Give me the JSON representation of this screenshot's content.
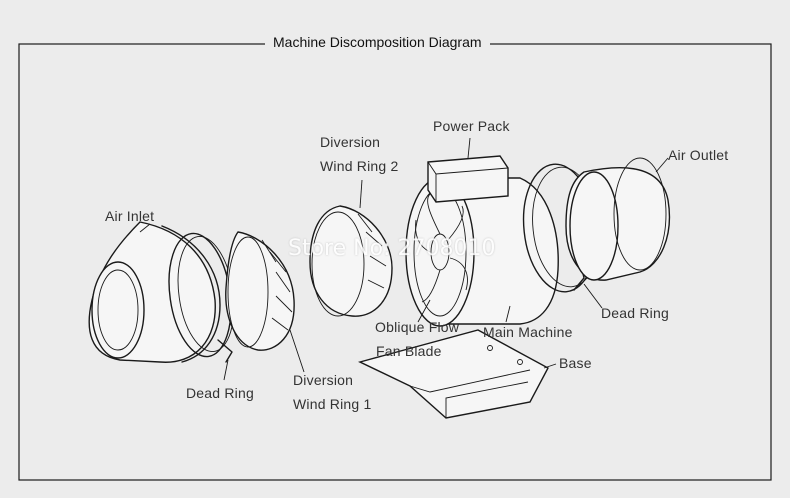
{
  "title": "Machine Discomposition Diagram",
  "labels": {
    "air_inlet": "Air Inlet",
    "dead_ring_left": "Dead Ring",
    "diversion_ring_1_line1": "Diversion",
    "diversion_ring_1_line2": "Wind Ring 1",
    "diversion_ring_2_line1": "Diversion",
    "diversion_ring_2_line2": "Wind Ring 2",
    "power_pack": "Power Pack",
    "oblique_flow_line1": "Oblique Flow",
    "oblique_flow_line2": "Fan Blade",
    "main_machine": "Main Machine",
    "base": "Base",
    "dead_ring_right": "Dead Ring",
    "air_outlet": "Air Outlet"
  },
  "watermark": "Store No: 2708010",
  "colors": {
    "background": "#ececec",
    "ink": "#1a1a1a"
  }
}
